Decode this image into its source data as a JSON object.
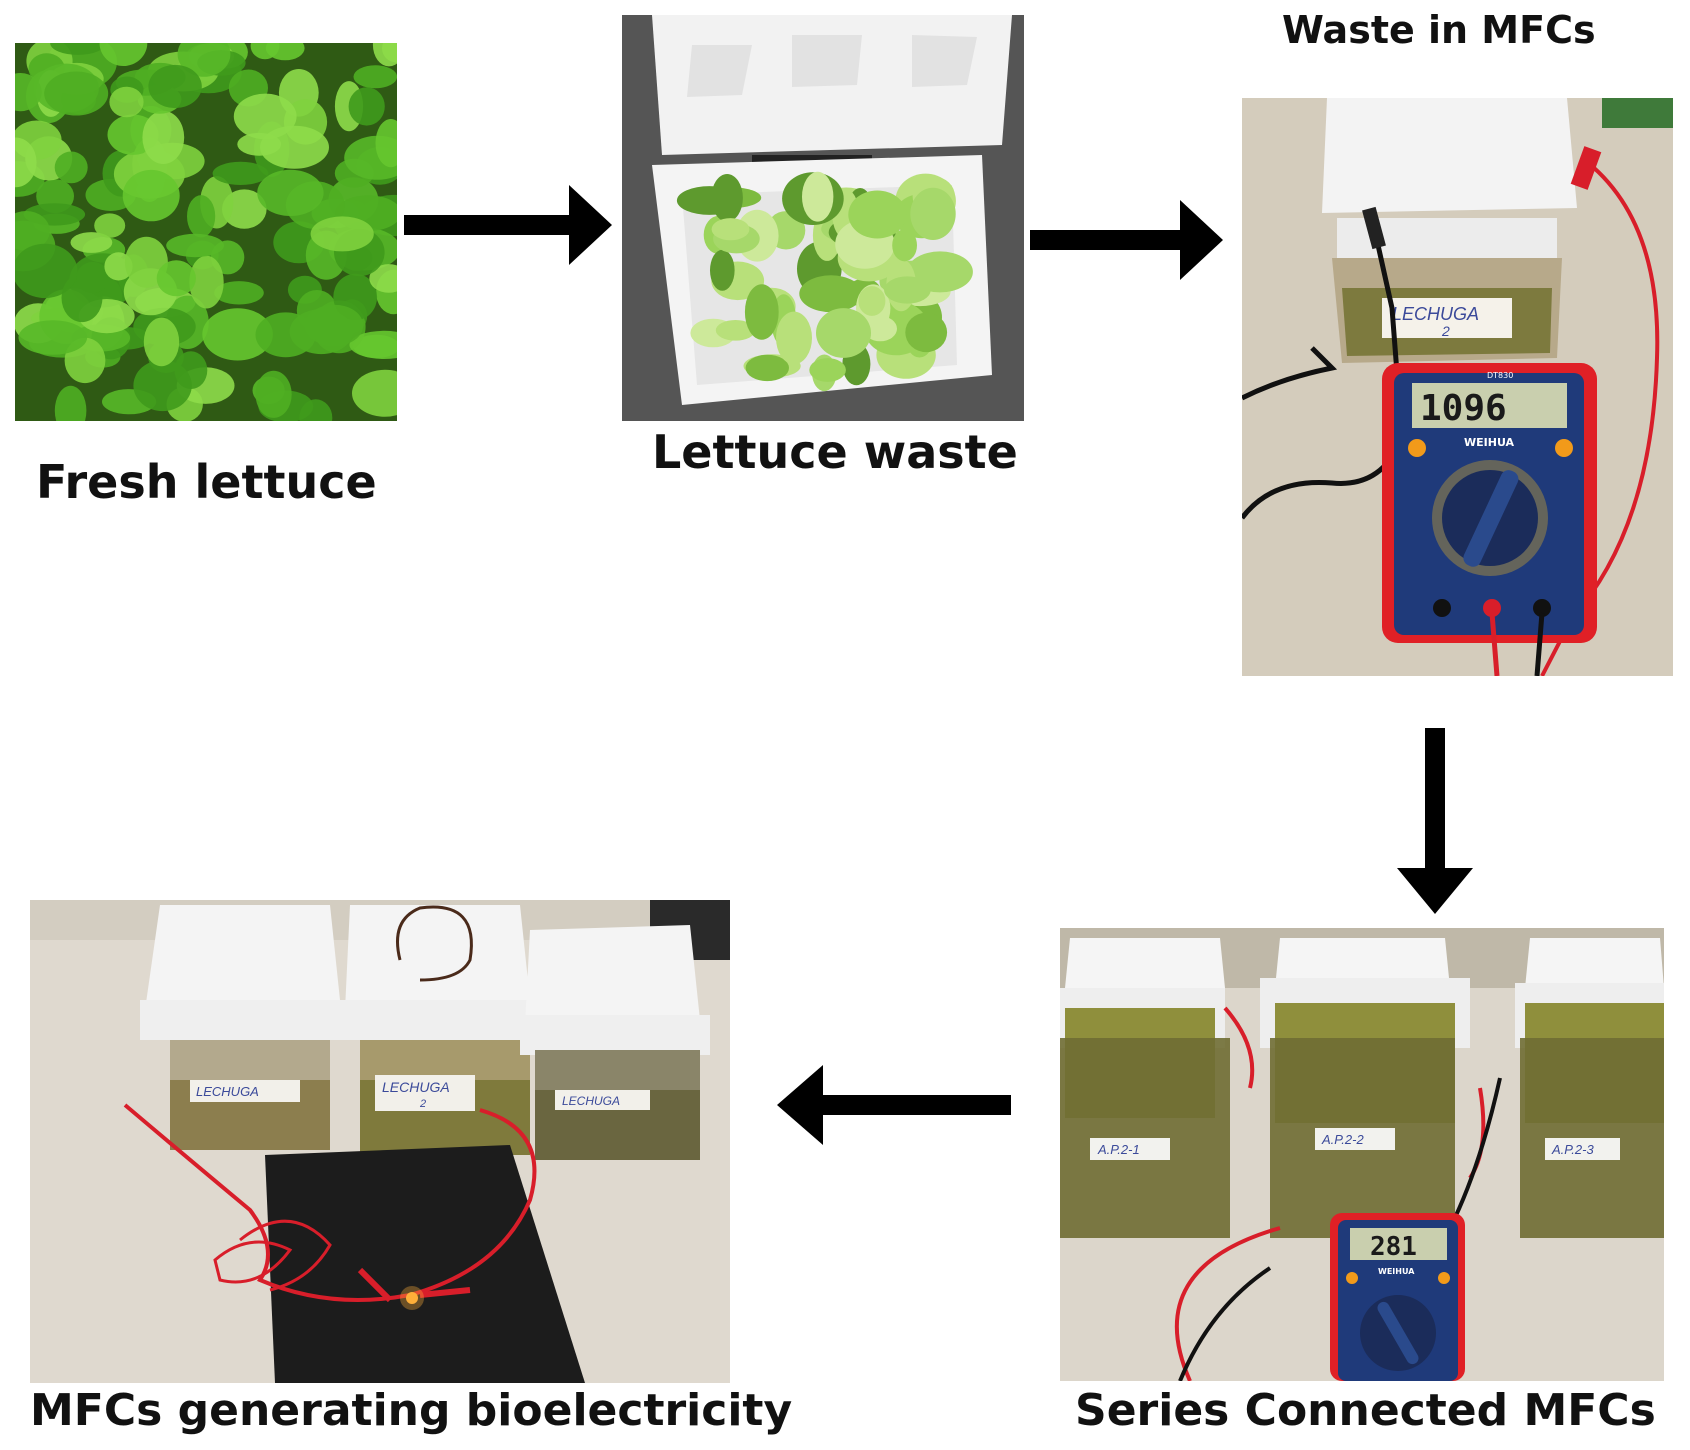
{
  "steps": [
    {
      "id": "fresh",
      "caption": "Fresh lettuce"
    },
    {
      "id": "waste",
      "caption": "Lettuce waste"
    },
    {
      "id": "mfc",
      "caption": "Waste  in MFCs"
    },
    {
      "id": "series",
      "caption": "Series Connected MFCs"
    },
    {
      "id": "bio",
      "caption": "MFCs generating bioelectricity"
    }
  ],
  "photo_text": {
    "mfc_jar_label": "LECHUGA",
    "mfc_jar_number": "2",
    "mfc_meter_reading": "1096",
    "mfc_meter_brand": "WEIHUA",
    "mfc_meter_model": "DT830",
    "series_meter_reading": "281",
    "series_meter_brand": "WEIHUA",
    "series_label_1": "A.P.2-1",
    "series_label_2": "A.P.2-2",
    "series_label_3": "A.P.2-3",
    "bio_label_1": "LECHUGA",
    "bio_label_2": "LECHUGA",
    "bio_label_2_number": "2",
    "bio_label_3": "LECHUGA"
  },
  "colors": {
    "arrow": "#000000",
    "lettuce": "#5dbb2c",
    "wire_red": "#d81e2a",
    "meter_body": "#1f3a7a",
    "meter_frame": "#e02026",
    "liquid": "#8a8a3a"
  }
}
